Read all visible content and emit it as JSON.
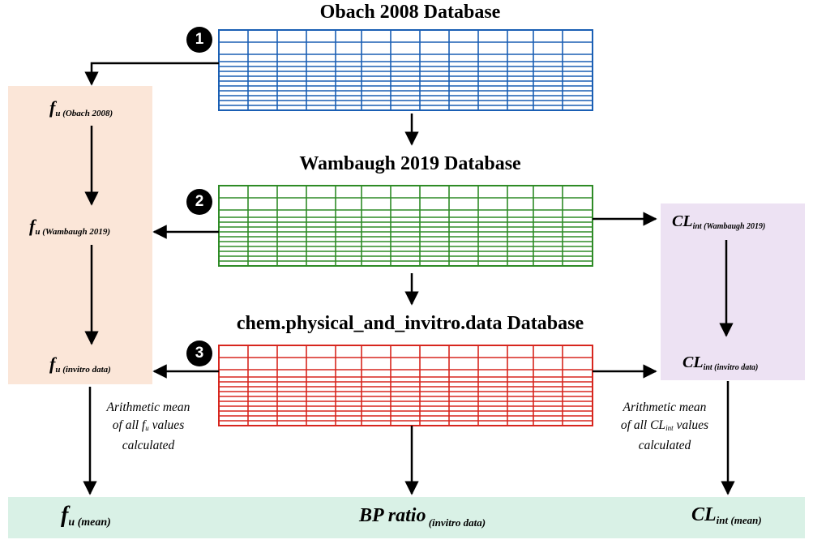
{
  "databases": [
    {
      "id": "obach",
      "title": "Obach 2008 Database",
      "step": "1",
      "color": "#1a5fb4"
    },
    {
      "id": "wambaugh",
      "title": "Wambaugh 2019 Database",
      "step": "2",
      "color": "#2e8b26"
    },
    {
      "id": "invitro",
      "title": "chem.physical_and_invitro.data Database",
      "step": "3",
      "color": "#d7261e"
    }
  ],
  "fu_panel": {
    "color": "#fbe6d8",
    "items": [
      {
        "main": "f",
        "sub1": "u",
        "sub2": " (Obach 2008)"
      },
      {
        "main": "f",
        "sub1": "u",
        "sub2": " (Wambaugh 2019)"
      },
      {
        "main": "f",
        "sub1": "u",
        "sub2": " (invitro data)"
      }
    ]
  },
  "cl_panel": {
    "color": "#ede2f3",
    "items": [
      {
        "main": "CL",
        "sub": "int (Wambaugh 2019)"
      },
      {
        "main": "CL",
        "sub": "int (invitro data)"
      }
    ]
  },
  "notes": {
    "fu": {
      "line1": "Arithmetic mean",
      "line2a": "of all f",
      "line2sub": "u",
      "line2b": " values",
      "line3": "calculated"
    },
    "cl": {
      "line1": "Arithmetic mean",
      "line2a": "of all CL",
      "line2sub": "int",
      "line2b": " values",
      "line3": "calculated"
    }
  },
  "bottom": {
    "color": "#d9f1e6",
    "fu_mean": {
      "main": "f",
      "sub": "u (mean)"
    },
    "bp": {
      "main": "BP ratio",
      "sub": " (invitro data)"
    },
    "cl_mean": {
      "main": "CL",
      "sub": "int (mean)"
    }
  }
}
